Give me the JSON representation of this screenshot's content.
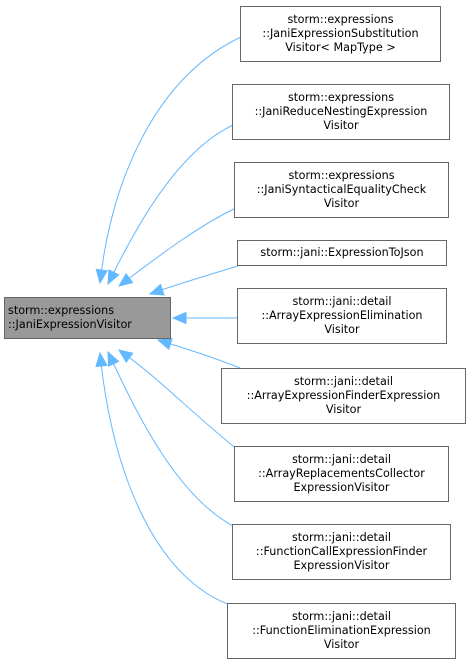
{
  "colors": {
    "edge": "#63b8ff",
    "base_fill": "#999999",
    "node_fill": "#ffffff",
    "border": "#666666"
  },
  "base": {
    "lines": [
      "storm::expressions",
      "::JaniExpressionVisitor"
    ]
  },
  "derived": [
    {
      "id": "n0",
      "lines": [
        "storm::expressions",
        "::JaniExpressionSubstitution",
        "Visitor< MapType >"
      ]
    },
    {
      "id": "n1",
      "lines": [
        "storm::expressions",
        "::JaniReduceNestingExpression",
        "Visitor"
      ]
    },
    {
      "id": "n2",
      "lines": [
        "storm::expressions",
        "::JaniSyntacticalEqualityCheck",
        "Visitor"
      ]
    },
    {
      "id": "n3",
      "lines": [
        "storm::jani::ExpressionToJson"
      ]
    },
    {
      "id": "n4",
      "lines": [
        "storm::jani::detail",
        "::ArrayExpressionElimination",
        "Visitor"
      ]
    },
    {
      "id": "n5",
      "lines": [
        "storm::jani::detail",
        "::ArrayExpressionFinderExpression",
        "Visitor"
      ]
    },
    {
      "id": "n6",
      "lines": [
        "storm::jani::detail",
        "::ArrayReplacementsCollector",
        "ExpressionVisitor"
      ]
    },
    {
      "id": "n7",
      "lines": [
        "storm::jani::detail",
        "::FunctionCallExpressionFinder",
        "ExpressionVisitor"
      ]
    },
    {
      "id": "n8",
      "lines": [
        "storm::jani::detail",
        "::FunctionEliminationExpression",
        "Visitor"
      ]
    }
  ]
}
